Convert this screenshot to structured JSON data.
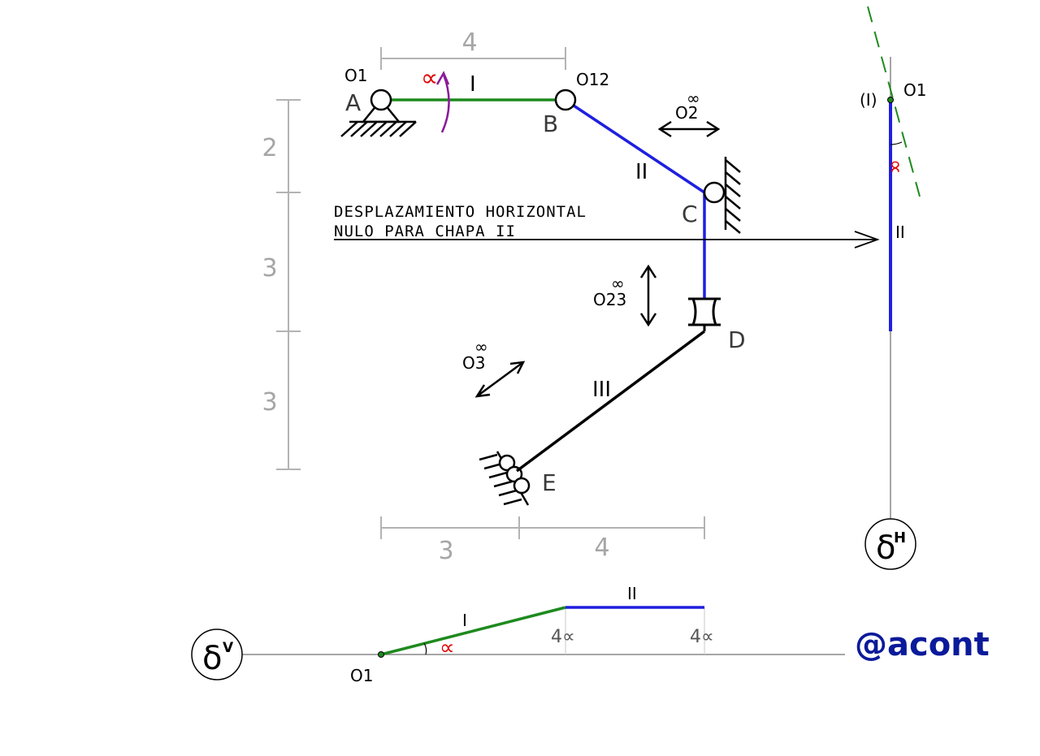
{
  "colors": {
    "bar1": "#1e8a1e",
    "bar2": "#1f1fe0",
    "bar3": "#000000",
    "alpha": "#e00000",
    "rotation_arrow": "#8b1a9a",
    "dim": "#b3b3b3",
    "watermark": "#0b1a9a",
    "dashed": "#1e8a1e"
  },
  "dims": {
    "top_span": "4",
    "left_1": "2",
    "left_2": "3",
    "left_3": "3",
    "bottom_1": "3",
    "bottom_2": "4"
  },
  "points": {
    "A": "A",
    "B": "B",
    "C": "C",
    "D": "D",
    "E": "E"
  },
  "poles": {
    "o1": "O1",
    "o12": "O12",
    "o2": "O2",
    "o2_inf": "∞",
    "o23": "O23",
    "o23_inf": "∞",
    "o3": "O3",
    "o3_inf": "∞"
  },
  "bars": {
    "bar1": "I",
    "bar2": "II",
    "bar3": "III"
  },
  "alpha_symbol": "∝",
  "note": {
    "line1": "DESPLAZAMIENTO HORIZONTAL",
    "line2": "NULO PARA CHAPA II"
  },
  "horizontal_diagram": {
    "label_I": "(I)",
    "label_O1": "O1",
    "label_II": "II",
    "alpha_mark": "∝",
    "symbol": "δ",
    "symbol_sup": "H"
  },
  "vertical_diagram": {
    "label_I": "I",
    "label_II": "II",
    "label_O1": "O1",
    "val1": "4∝",
    "val2": "4∝",
    "alpha_mark": "∝",
    "symbol": "δ",
    "symbol_sup": "V"
  },
  "watermark": "@acont"
}
